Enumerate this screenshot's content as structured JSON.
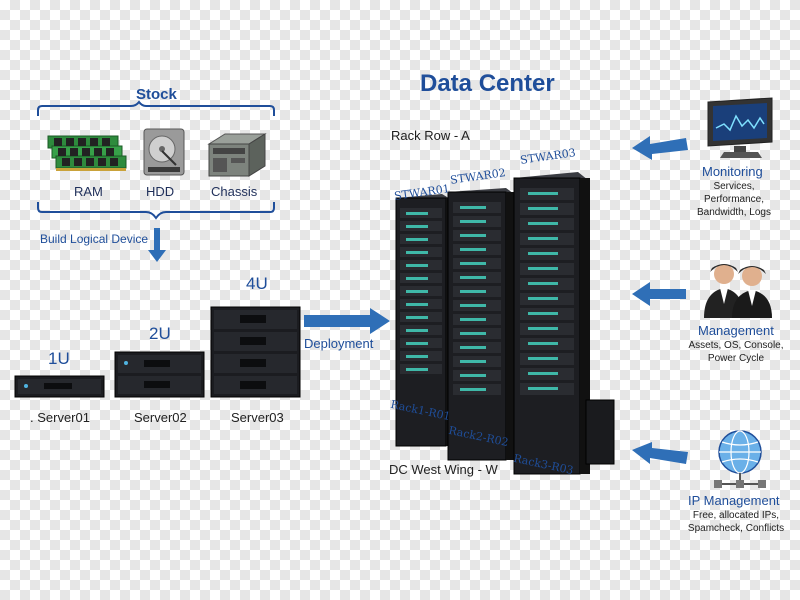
{
  "title": "Data Center",
  "stock": {
    "title": "Stock",
    "items": [
      {
        "label": "RAM"
      },
      {
        "label": "HDD"
      },
      {
        "label": "Chassis"
      }
    ],
    "build_label": "Build Logical Device"
  },
  "servers": [
    {
      "size": "1U",
      "name": ". Server01"
    },
    {
      "size": "2U",
      "name": "Server02"
    },
    {
      "size": "4U",
      "name": "Server03"
    }
  ],
  "deployment_label": "Deployment",
  "rack_row_label": "Rack Row - A",
  "dc_wing_label": "DC West Wing - W",
  "racks": [
    {
      "top": "STWAR01",
      "bottom": "Rack1-R01"
    },
    {
      "top": "STWAR02",
      "bottom": "Rack2-R02"
    },
    {
      "top": "STWAR03",
      "bottom": "Rack3-R03"
    }
  ],
  "services": [
    {
      "title": "Monitoring",
      "desc": "Services, Performance,\nBandwidth, Logs",
      "icon": "monitor-icon"
    },
    {
      "title": "Management",
      "desc": "Assets, OS, Console,\nPower Cycle",
      "icon": "people-icon"
    },
    {
      "title": "IP Management",
      "desc": "Free, allocated IPs,\nSpamcheck, Conflicts",
      "icon": "globe-network-icon"
    }
  ],
  "colors": {
    "accent": "#1f4e9a",
    "arrow": "#2f6fb7",
    "rack": "#1d1e22",
    "led": "#3fb8a8"
  }
}
